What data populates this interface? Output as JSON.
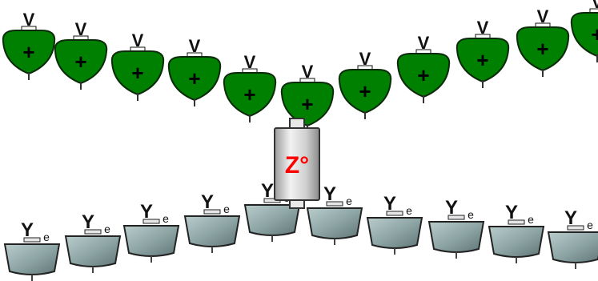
{
  "scene": {
    "background": "#ffffff",
    "top_chain": {
      "name": "positive-ion-chain",
      "icon": "pushpin-icon",
      "sign": "+",
      "stem_letter": "V",
      "color": "#008000",
      "count": 11
    },
    "bottom_chain": {
      "name": "electron-carrier-chain",
      "icon": "grey-bucket-icon",
      "stem_letter": "Y",
      "electron_label": "e",
      "color": "#8fa6a6",
      "count": 10
    },
    "bridge": {
      "name": "zero-degree-cylinder",
      "label": "Z°",
      "label_color": "#ff0000",
      "body_color": "#d8d8d8"
    }
  }
}
